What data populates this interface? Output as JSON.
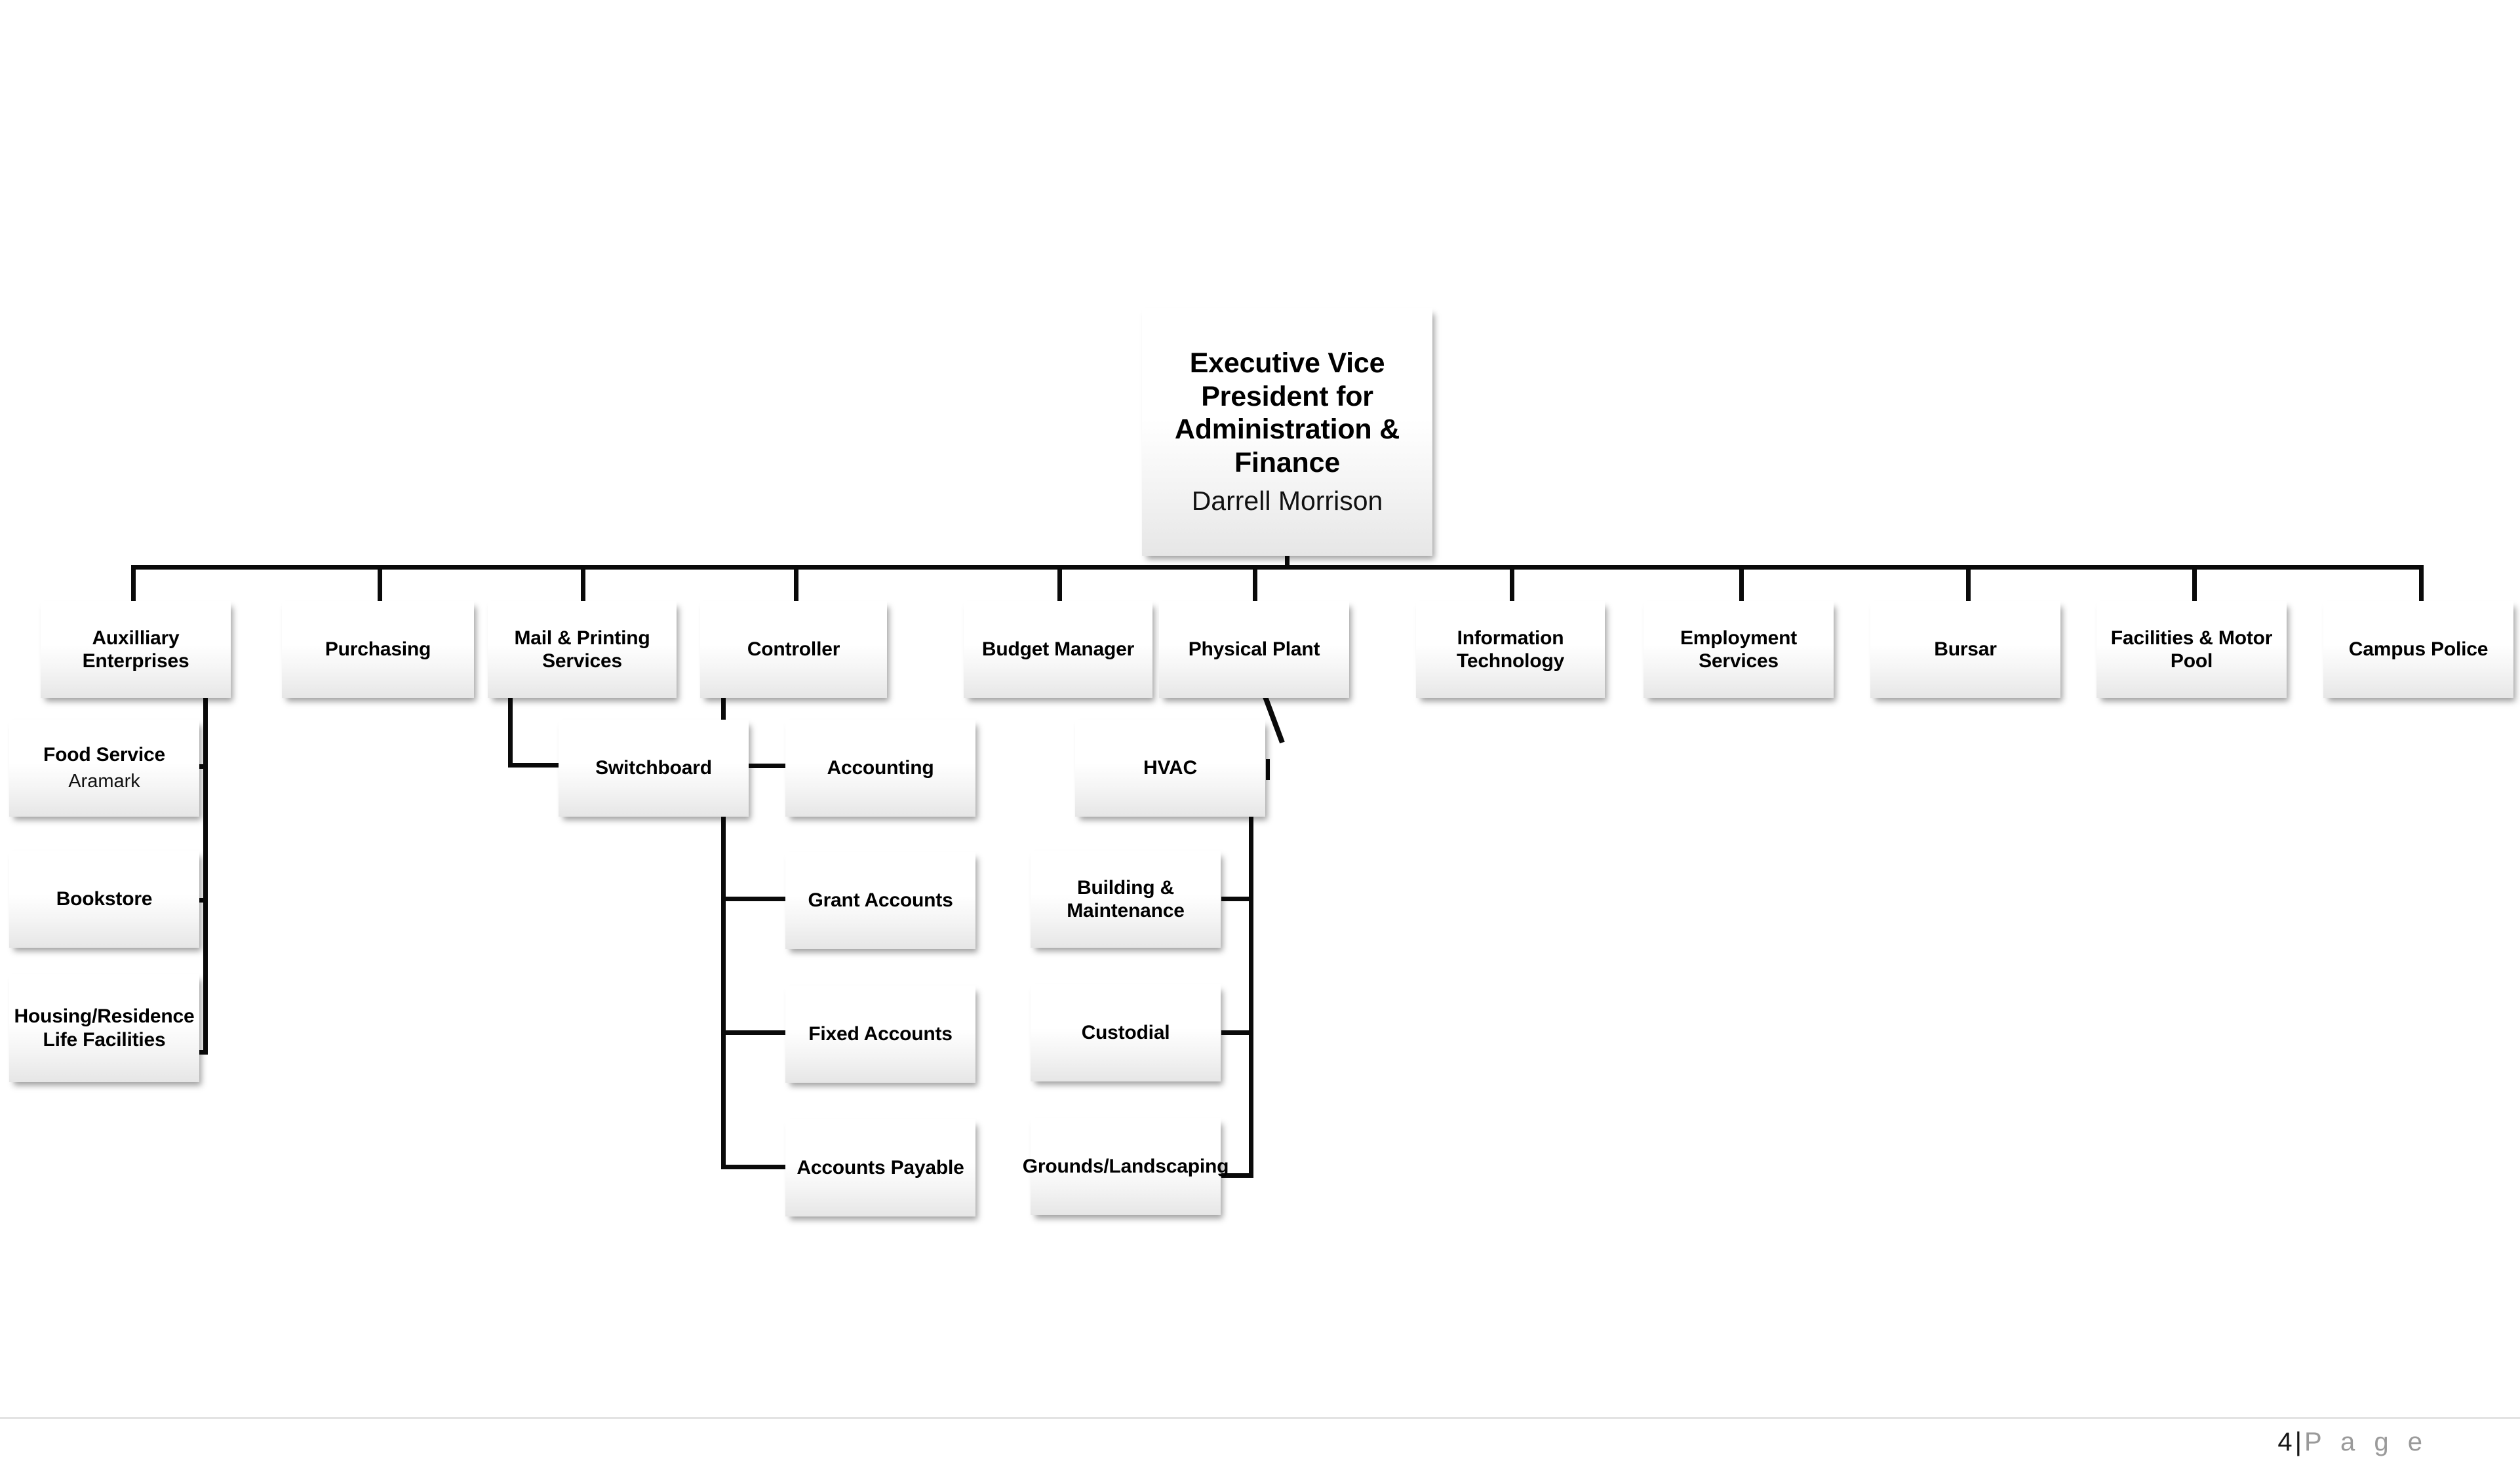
{
  "document": {
    "type": "organizational-chart",
    "footer": {
      "page_number": "4",
      "separator": "|",
      "label": "P a g e"
    }
  },
  "chart": {
    "root": {
      "title": "Executive Vice President for Administration & Finance",
      "name": "Darrell Morrison"
    },
    "divisions": [
      {
        "label": "Auxilliary Enterprises"
      },
      {
        "label": "Purchasing"
      },
      {
        "label": "Mail & Printing Services"
      },
      {
        "label": "Controller"
      },
      {
        "label": "Budget Manager"
      },
      {
        "label": "Physical Plant"
      },
      {
        "label": "Information Technology"
      },
      {
        "label": "Employment Services"
      },
      {
        "label": "Bursar"
      },
      {
        "label": "Facilities & Motor Pool"
      },
      {
        "label": "Campus Police"
      }
    ],
    "auxilliary_children": [
      {
        "label": "Food Service",
        "sublabel": "Aramark"
      },
      {
        "label": "Bookstore"
      },
      {
        "label": "Housing/Residence Life Facilities"
      }
    ],
    "mail_children": [
      {
        "label": "Switchboard"
      }
    ],
    "controller_children": [
      {
        "label": "Accounting"
      },
      {
        "label": "Grant Accounts"
      },
      {
        "label": "Fixed Accounts"
      },
      {
        "label": "Accounts Payable"
      }
    ],
    "physical_plant_children": [
      {
        "label": "HVAC"
      }
    ],
    "hvac_siblings": [
      {
        "label": "Building & Maintenance"
      },
      {
        "label": "Custodial"
      },
      {
        "label": "Grounds/Landscaping"
      }
    ]
  },
  "colors": {
    "line": "#0a0a0a",
    "box_top": "#ffffff",
    "box_bottom": "#e6e6e6",
    "footer_text": "#9a9a9a",
    "footer_rule": "#e3e3e3"
  }
}
